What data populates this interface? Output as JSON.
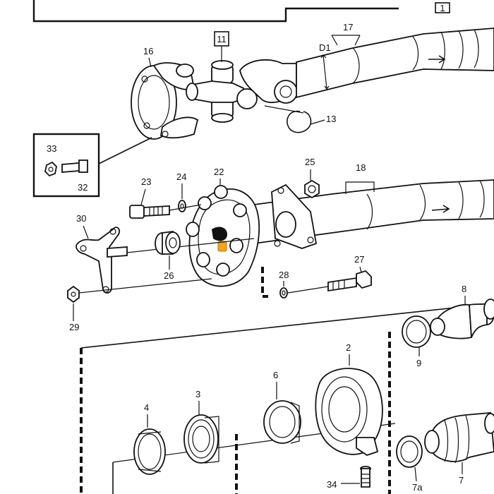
{
  "callouts": {
    "c1": "1",
    "c2": "2",
    "c3": "3",
    "c4": "4",
    "c6": "6",
    "c7": "7",
    "c7a": "7a",
    "c8": "8",
    "c9": "9",
    "c11": "11",
    "c13": "13",
    "c16": "16",
    "c17": "17",
    "c18": "18",
    "c22": "22",
    "c23": "23",
    "c24": "24",
    "c25": "25",
    "c26": "26",
    "c27": "27",
    "c28": "28",
    "c29": "29",
    "c30": "30",
    "c32": "32",
    "c33": "33",
    "c34": "34",
    "d1": "D1"
  },
  "colors": {
    "line": "#111111",
    "background": "#ffffff",
    "highlight": "#f4a21f"
  }
}
